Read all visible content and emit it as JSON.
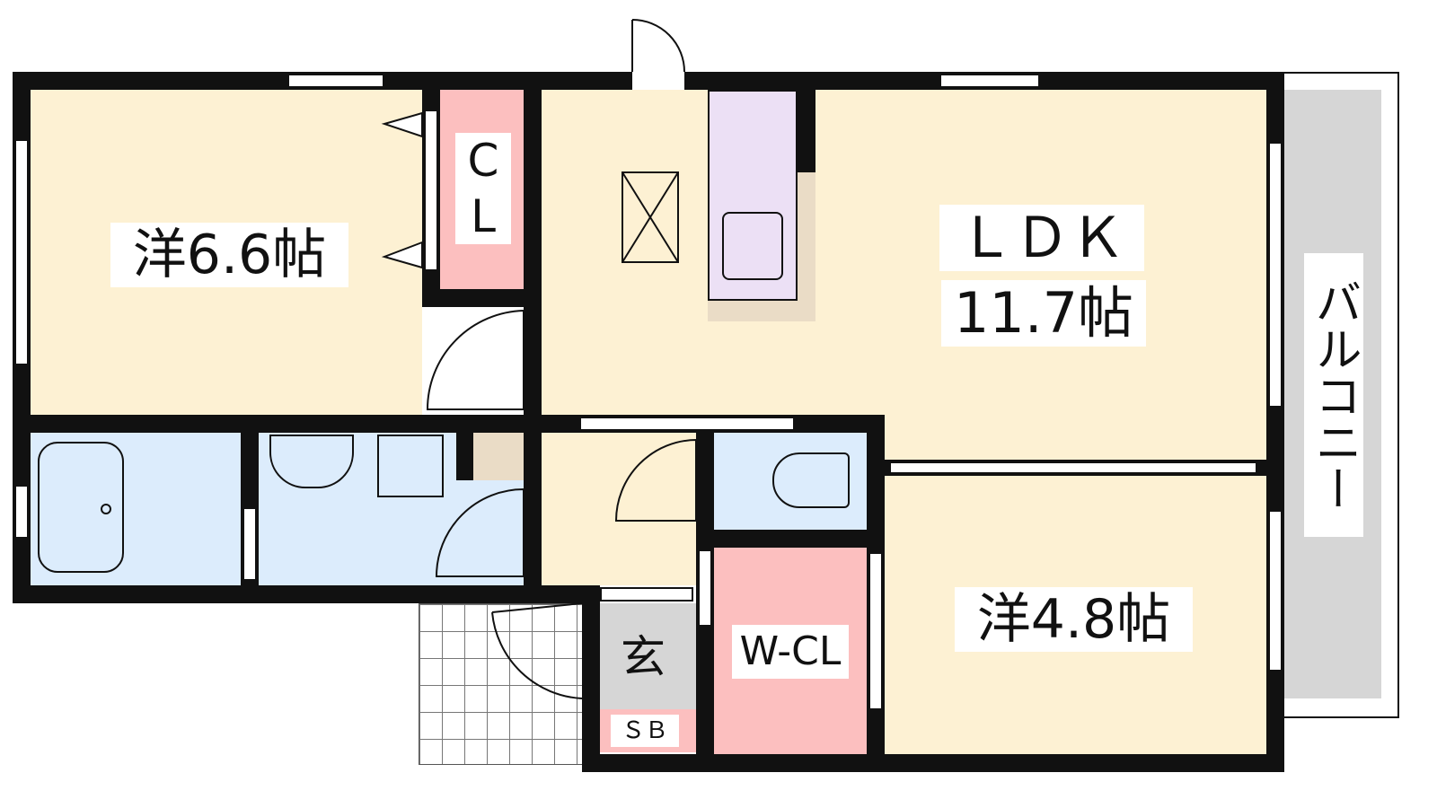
{
  "title": "Floor plan 1LDK+",
  "rooms": {
    "western_1": "洋6.6帖",
    "closet": "CL",
    "closet_c": "C",
    "closet_l": "L",
    "ldk_name": "ＬＤＫ",
    "ldk_size": "11.7帖",
    "balcony": "バルコニー",
    "western_2": "洋4.8帖",
    "walk_in_closet": "W-CL",
    "entrance": "玄",
    "shoe_box": "ＳＢ"
  },
  "colors": {
    "room": "#fdf1d3",
    "storage": "#fcbfbf",
    "wet_area": "#dcecfc",
    "kitchen": "#ece0f5",
    "balcony": "#d6d6d6",
    "wall": "#111111"
  }
}
